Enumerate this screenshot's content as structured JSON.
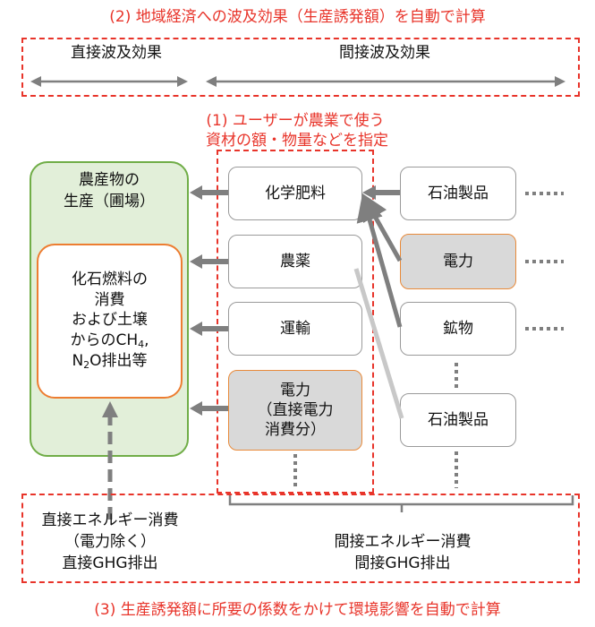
{
  "header": {
    "title2": "(2) 地域経済への波及効果（生産誘発額）を自動で計算",
    "direct_effect": "直接波及効果",
    "indirect_effect": "間接波及効果"
  },
  "step1": {
    "line1": "(1) ユーザーが農業で使う",
    "line2": "資材の額・物量などを指定"
  },
  "farm": {
    "title_line1": "農産物の",
    "title_line2": "生産（圃場）",
    "inner_line1": "化石燃料の",
    "inner_line2": "消費",
    "inner_line3": "および土壌",
    "inner_line4_prefix": "からのCH",
    "inner_line4_sub": "4",
    "inner_line4_suffix": ",",
    "inner_line5_prefix": "N",
    "inner_line5_sub": "2",
    "inner_line5_suffix": "O排出等"
  },
  "inputs": {
    "fertilizer": "化学肥料",
    "pesticide": "農薬",
    "transport": "運輸",
    "power_line1": "電力",
    "power_line2": "（直接電力",
    "power_line3": "消費分）"
  },
  "upstream": {
    "oil1": "石油製品",
    "power": "電力",
    "mineral": "鉱物",
    "oil2": "石油製品"
  },
  "bottom": {
    "direct_line1": "直接エネルギー消費",
    "direct_line2": "（電力除く）",
    "direct_line3": "直接GHG排出",
    "indirect_line1": "間接エネルギー消費",
    "indirect_line2": "間接GHG排出",
    "title3": "(3) 生産誘発額に所要の係数をかけて環境影響を自動で計算"
  },
  "colors": {
    "accent_red": "#e8342a",
    "green_border": "#70ad47",
    "green_fill": "#e2efd9",
    "orange_border": "#ed7d31",
    "gray_fill": "#d9d9d9",
    "arrow_gray": "#7f7f7f",
    "arrow_light": "#c8c8c8"
  }
}
